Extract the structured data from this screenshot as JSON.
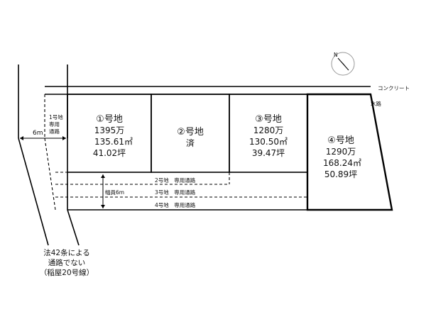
{
  "compass": {
    "label": "N",
    "icon": "north-arrow-icon"
  },
  "road_label": "コンクリート",
  "waterway_label": "水路",
  "side_road_width": "6m",
  "lot1_path_label": [
    "1号地",
    "専用",
    "通路"
  ],
  "road_width_label": "幅員6m",
  "private_paths": [
    {
      "label": "2号地　専用通路"
    },
    {
      "label": "3号地　専用通路"
    },
    {
      "label": "4号地　専用通路"
    }
  ],
  "lots": [
    {
      "title": "①号地",
      "lines": [
        "1395万",
        "135.61㎡",
        "41.02坪"
      ]
    },
    {
      "title": "②号地",
      "lines": [
        "済"
      ]
    },
    {
      "title": "③号地",
      "lines": [
        "1280万",
        "130.50㎡",
        "39.47坪"
      ]
    },
    {
      "title": "④号地",
      "lines": [
        "1290万",
        "168.24㎡",
        "50.89坪"
      ]
    }
  ],
  "note_lines": [
    "法42条による",
    "通路でない",
    "（稲屋20号線）"
  ]
}
